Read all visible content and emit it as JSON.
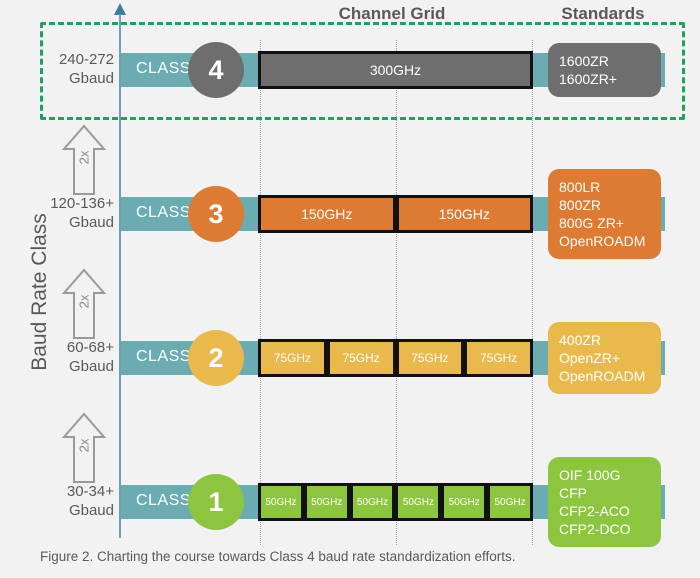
{
  "figure": {
    "caption": "Figure 2.  Charting the course towards Class 4 baud rate standardization efforts.",
    "y_axis_title": "Baud Rate Class",
    "headers": {
      "channel_grid": "Channel Grid",
      "standards": "Standards"
    },
    "callout_color": "#19a55b",
    "axis_color": "#6f9fb5",
    "bar_color": "#6aacb2"
  },
  "chart_data": {
    "type": "table",
    "title": "Charting the course towards Class 4 baud rate standardization efforts.",
    "xlabel": "Channel Grid",
    "ylabel": "Baud Rate Class",
    "grid": true,
    "gridline_x": [
      260,
      396,
      532
    ],
    "rows": [
      {
        "class_label": "CLASS",
        "class_number": "4",
        "baud": "240-272\nGbaud",
        "baud_line1": "240-272",
        "baud_line2": "Gbaud",
        "color": "#6e6e6e",
        "channel_boxes": [
          "300GHz"
        ],
        "standards": [
          "1600ZR",
          "1600ZR+"
        ],
        "highlighted": true
      },
      {
        "class_label": "CLASS",
        "class_number": "3",
        "baud_line1": "120-136+",
        "baud_line2": "Gbaud",
        "color": "#dd7b33",
        "channel_boxes": [
          "150GHz",
          "150GHz"
        ],
        "standards": [
          "800LR",
          "800ZR",
          "800G ZR+",
          "OpenROADM"
        ],
        "highlighted": false
      },
      {
        "class_label": "CLASS",
        "class_number": "2",
        "baud_line1": "60-68+",
        "baud_line2": "Gbaud",
        "color": "#e9b94b",
        "channel_boxes": [
          "75GHz",
          "75GHz",
          "75GHz",
          "75GHz"
        ],
        "standards": [
          "400ZR",
          "OpenZR+",
          "OpenROADM"
        ],
        "highlighted": false
      },
      {
        "class_label": "CLASS",
        "class_number": "1",
        "baud_line1": "30-34+",
        "baud_line2": "Gbaud",
        "color": "#8cc63e",
        "channel_boxes": [
          "50GHz",
          "50GHz",
          "50GHz",
          "50GHz",
          "50GHz",
          "50GHz"
        ],
        "standards": [
          "OIF 100G",
          "CFP",
          "CFP2-ACO",
          "CFP2-DCO"
        ],
        "highlighted": false
      }
    ],
    "transitions": [
      {
        "label": "2x"
      },
      {
        "label": "2x"
      },
      {
        "label": "2x"
      }
    ]
  }
}
